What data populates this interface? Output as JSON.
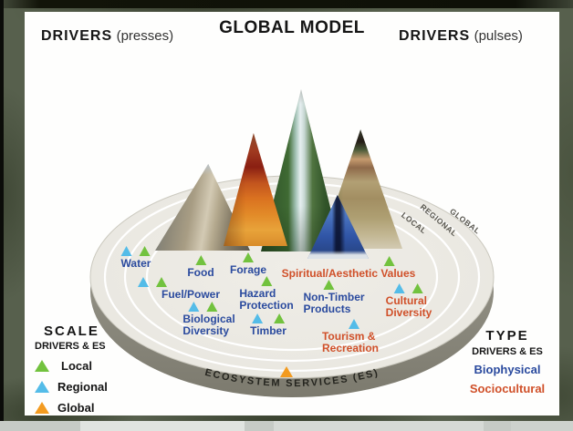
{
  "header": {
    "title": "GLOBAL MODEL",
    "drivers_left": {
      "word": "DRIVERS",
      "qualifier": "(presses)"
    },
    "drivers_right": {
      "word": "DRIVERS",
      "qualifier": "(pulses)"
    }
  },
  "colors": {
    "biophysical": "#2a4a9e",
    "sociocultural": "#d05029",
    "scale": {
      "local": "#72c23e",
      "regional": "#54bce8",
      "global": "#f39b20"
    },
    "disc_surface": "#e9e7e0",
    "disc_rim": "#8f8d80"
  },
  "diagram": {
    "ring_labels": [
      {
        "id": "local",
        "text": "LOCAL"
      },
      {
        "id": "regional",
        "text": "REGIONAL"
      },
      {
        "id": "global",
        "text": "GLOBAL"
      }
    ],
    "base_label": "ECOSYSTEM SERVICES (ES)",
    "base_marker_scale": "global",
    "services": [
      {
        "label": "Water",
        "type": "biophysical",
        "scales": [
          "regional",
          "local"
        ]
      },
      {
        "label": "Food",
        "type": "biophysical",
        "scales": [
          "local"
        ]
      },
      {
        "label": "Forage",
        "type": "biophysical",
        "scales": [
          "local"
        ]
      },
      {
        "label": "Spiritual/Aesthetic Values",
        "type": "sociocultural",
        "scales": [
          "local"
        ]
      },
      {
        "label": "Fuel/Power",
        "type": "biophysical",
        "scales": [
          "regional",
          "local"
        ]
      },
      {
        "label": "Hazard\nProtection",
        "type": "biophysical",
        "scales": [
          "local"
        ]
      },
      {
        "label": "Non-Timber\nProducts",
        "type": "biophysical",
        "scales": [
          "local"
        ]
      },
      {
        "label": "Cultural\nDiversity",
        "type": "sociocultural",
        "scales": [
          "regional",
          "local"
        ]
      },
      {
        "label": "Biological\nDiversity",
        "type": "biophysical",
        "scales": [
          "regional",
          "local"
        ]
      },
      {
        "label": "Timber",
        "type": "biophysical",
        "scales": [
          "regional",
          "local"
        ]
      },
      {
        "label": "Tourism &\nRecreation",
        "type": "sociocultural",
        "scales": [
          "regional"
        ]
      }
    ]
  },
  "legend_scale": {
    "title": "SCALE",
    "subtitle": "DRIVERS & ES",
    "items": [
      {
        "id": "local",
        "label": "Local"
      },
      {
        "id": "regional",
        "label": "Regional"
      },
      {
        "id": "global",
        "label": "Global"
      }
    ]
  },
  "legend_type": {
    "title": "TYPE",
    "subtitle": "DRIVERS & ES",
    "items": [
      {
        "id": "biophysical",
        "label": "Biophysical"
      },
      {
        "id": "sociocultural",
        "label": "Sociocultural"
      }
    ]
  }
}
